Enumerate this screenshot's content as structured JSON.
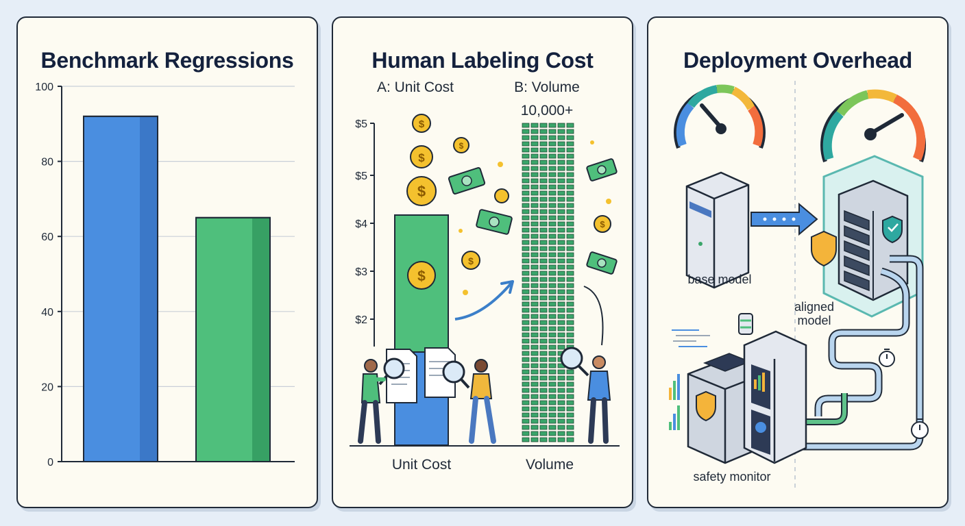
{
  "panels": {
    "benchmark": {
      "title": "Benchmark Regressions"
    },
    "labeling": {
      "title": "Human Labeling Cost",
      "label_a": "A: Unit Cost",
      "label_b": "B: Volume",
      "volume_value": "10,000+",
      "x_left": "Unit Cost",
      "x_right": "Volume"
    },
    "deployment": {
      "title": "Deployment Overhead",
      "base_label": "base model",
      "aligned_label_1": "aligned",
      "aligned_label_2": "model",
      "monitor_label": "safety monitor"
    }
  },
  "chart_data": [
    {
      "type": "bar",
      "title": "Benchmark Regressions",
      "categories": [
        "",
        ""
      ],
      "values": [
        92,
        65
      ],
      "colors": [
        "#4a8ee0",
        "#4fbf7c"
      ],
      "ylim": [
        0,
        100
      ],
      "yticks": [
        "0",
        "20",
        "40",
        "60",
        "80",
        "100"
      ],
      "grid": true
    },
    {
      "type": "bar",
      "title": "Human Labeling Cost",
      "yticks": [
        "$2",
        "$3",
        "$4",
        "$5",
        "$5"
      ],
      "categories": [
        "Unit Cost",
        "Volume"
      ]
    }
  ],
  "colors": {
    "blue": "#4a8ee0",
    "green": "#4fbf7c",
    "panel_bg": "#fdfbf2",
    "outline": "#1f2937",
    "coin": "#f4c12e"
  }
}
